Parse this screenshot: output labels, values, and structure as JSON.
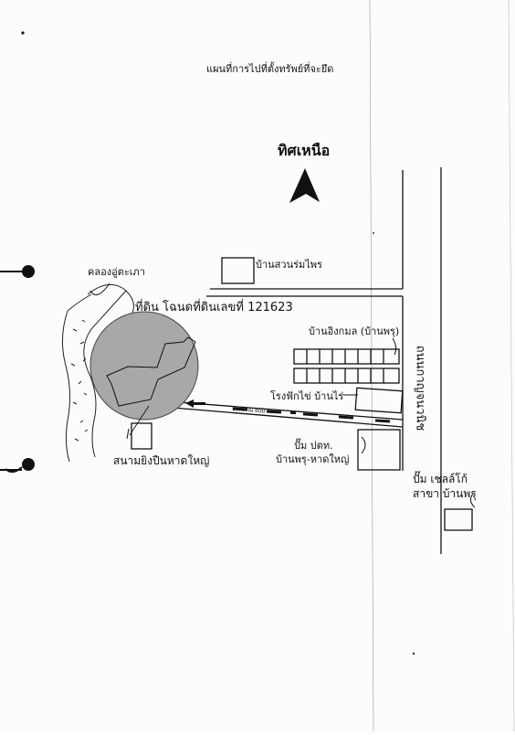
{
  "title": "แผนที่การไปที่ตั้งทรัพย์ที่จะยึด",
  "north": {
    "label": "ทิศเหนือ",
    "icon": "north-arrow-icon"
  },
  "labels": {
    "canal": "คลองอู่ตะเภา",
    "plot": "ที่ดิน โฉนดที่ดินเลขที่ 121623",
    "garden_house": "บ้านสวนร่มไพร",
    "village": "บ้านอิงกมล (บ้านพรุ)",
    "chicken_factory": "โรงฟักไข่ บ้านไร่",
    "distance": "ประมาณ 800 เมตร",
    "ptt_station_line1": "ปั๊ม ปตท.",
    "ptt_station_line2": "บ้านพรุ-หาดใหญ่",
    "shooting_range": "สนามยิงปืนหาดใหญ่",
    "shell_station_line1": "ปั๊ม เชลล์โก้",
    "shell_station_line2": "สาขา บ้านพรุ",
    "road": "ถนนกาญจนวนิช"
  },
  "colors": {
    "plot_fill": "#a8a8a8",
    "line": "#111111",
    "paper": "#fcfcfc",
    "binder_hole": "#111111"
  }
}
